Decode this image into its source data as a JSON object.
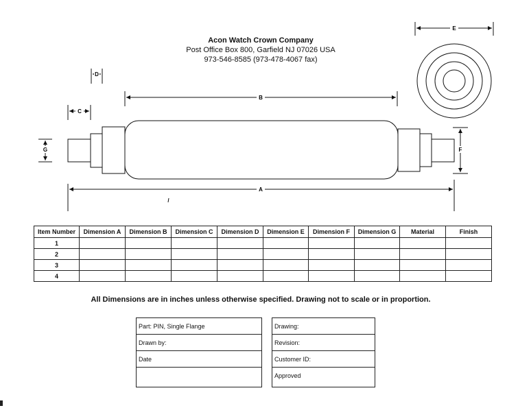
{
  "header": {
    "company": "Acon Watch Crown Company",
    "address": "Post Office Box 800, Garfield NJ  07026 USA",
    "phone": "973-546-8585     (973-478-4067 fax)"
  },
  "dimension_labels": {
    "a": "A",
    "b": "B",
    "c": "C",
    "d": "D",
    "e": "E",
    "f": "F",
    "g": "G"
  },
  "table": {
    "headers": [
      "Item Number",
      "Dimension A",
      "Dimension B",
      "Dimension C",
      "Dimension D",
      "Dimension E",
      "Dimension F",
      "Dimension G",
      "Material",
      "Finish"
    ],
    "rows": [
      "1",
      "2",
      "3",
      "4"
    ]
  },
  "note": "All Dimensions are in inches unless otherwise specified. Drawing not to scale or in proportion.",
  "title_block": {
    "part": "Part:   PIN, Single Flange",
    "drawn_by": "Drawn by:",
    "date": "Date",
    "drawing": "Drawing:",
    "revision": "Revision:",
    "customer_id": "Customer ID:",
    "approved": "Approved"
  }
}
